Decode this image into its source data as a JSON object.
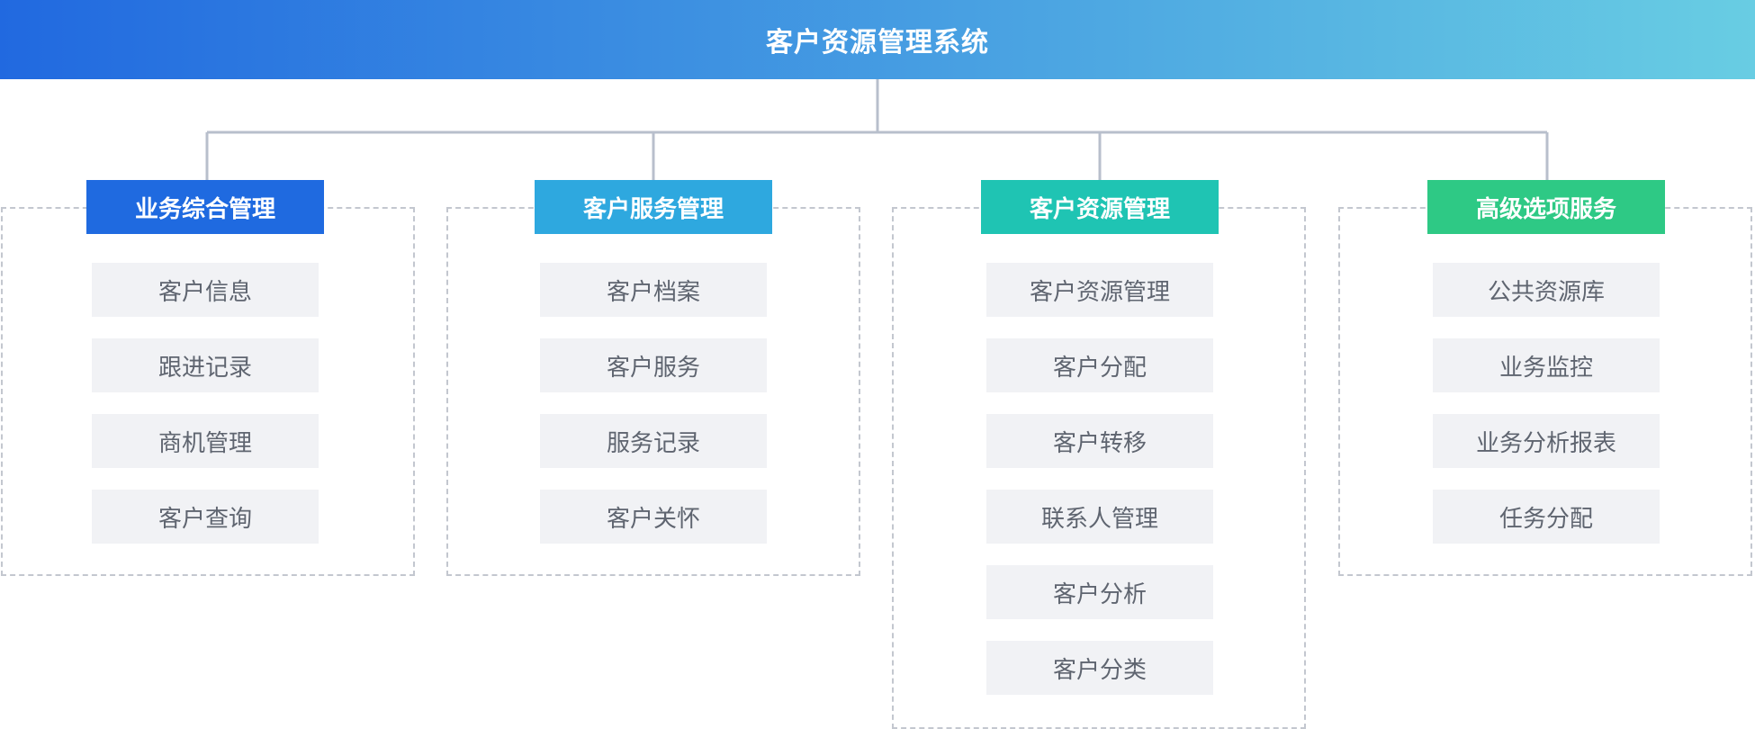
{
  "title": "客户资源管理系统",
  "colors": {
    "header_start": "#2169e0",
    "header_end": "#68cde3",
    "connector": "#b8bfcc"
  },
  "groups": [
    {
      "label": "业务综合管理",
      "color": "#1f6ae0",
      "items": [
        "客户信息",
        "跟进记录",
        "商机管理",
        "客户查询"
      ]
    },
    {
      "label": "客户服务管理",
      "color": "#2ea8df",
      "items": [
        "客户档案",
        "客户服务",
        "服务记录",
        "客户关怀"
      ]
    },
    {
      "label": "客户资源管理",
      "color": "#1fc4b3",
      "items": [
        "客户资源管理",
        "客户分配",
        "客户转移",
        "联系人管理",
        "客户分析",
        "客户分类"
      ]
    },
    {
      "label": "高级选项服务",
      "color": "#2ec985",
      "items": [
        "公共资源库",
        "业务监控",
        "业务分析报表",
        "任务分配"
      ]
    }
  ]
}
